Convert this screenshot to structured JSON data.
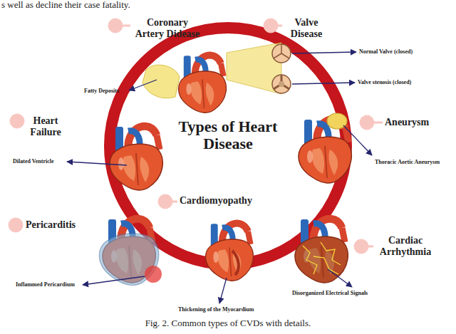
{
  "diagram": {
    "title": "Types of Heart Disease",
    "caption": "Fig. 2. Common types of CVDs with details.",
    "labels": [
      "s well as decline their case fatality.",
      "Coronary Artery Didease",
      "Valve Disease",
      "Fatty Deposits",
      "Normal Valve (closed)",
      "Valve stenosis (closed)",
      "Heart Failure",
      "Aneurysm",
      "Dilated Ventricle",
      "Thoracic Aortic Aneurysm",
      "Cardiomyopathy",
      "Pericarditis",
      "Cardiac Arrhythmia",
      "Disorganized Electrical Signals",
      "Inflammed Pericardium",
      "Thickening of the Myocardium"
    ]
  }
}
